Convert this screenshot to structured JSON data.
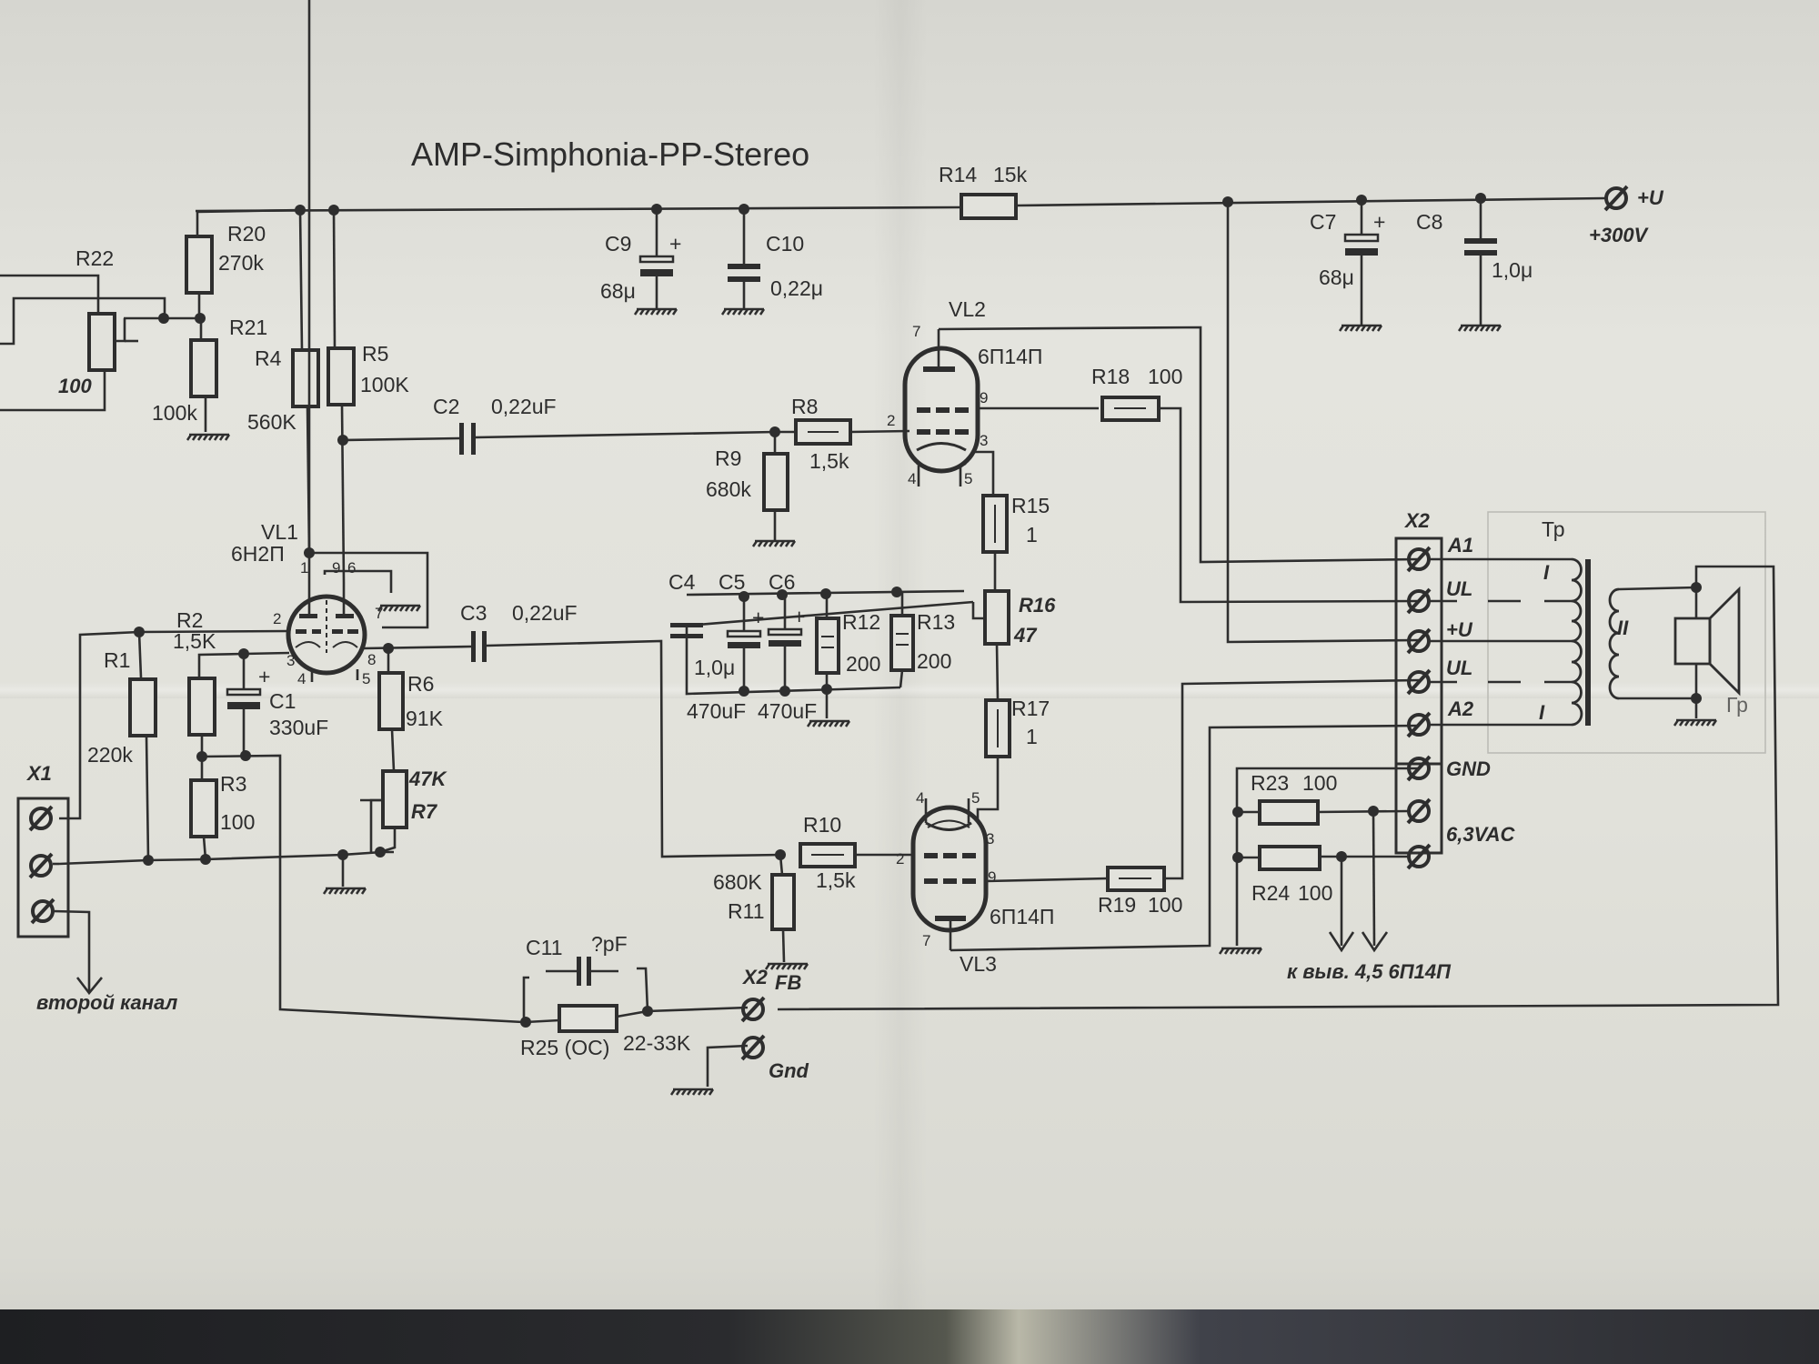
{
  "title": "AMP-Simphonia-PP-Stereo",
  "supply": {
    "terminal_label": "+U",
    "voltage": "+300V"
  },
  "resistors": {
    "R1": {
      "ref": "R1",
      "value": "220k"
    },
    "R2": {
      "ref": "R2",
      "value": "1,5K"
    },
    "R3": {
      "ref": "R3",
      "value": "100"
    },
    "R4": {
      "ref": "R4",
      "value": "560K"
    },
    "R5": {
      "ref": "R5",
      "value": "100K"
    },
    "R6": {
      "ref": "R6",
      "value": "91K"
    },
    "R7": {
      "ref": "R7",
      "value": "47K"
    },
    "R8": {
      "ref": "R8",
      "value": "1,5k"
    },
    "R9": {
      "ref": "R9",
      "value": "680k"
    },
    "R10": {
      "ref": "R10",
      "value": "1,5k"
    },
    "R11": {
      "ref": "R11",
      "value": "680K"
    },
    "R12": {
      "ref": "R12",
      "value": "200"
    },
    "R13": {
      "ref": "R13",
      "value": "200"
    },
    "R14": {
      "ref": "R14",
      "value": "15k"
    },
    "R15": {
      "ref": "R15",
      "value": "1"
    },
    "R16": {
      "ref": "R16",
      "value": "47"
    },
    "R17": {
      "ref": "R17",
      "value": "1"
    },
    "R18": {
      "ref": "R18",
      "value": "100"
    },
    "R19": {
      "ref": "R19",
      "value": "100"
    },
    "R20": {
      "ref": "R20",
      "value": "270k"
    },
    "R21": {
      "ref": "R21",
      "value": "100k"
    },
    "R22": {
      "ref": "R22",
      "value": "100"
    },
    "R23": {
      "ref": "R23",
      "value": "100"
    },
    "R24": {
      "ref": "R24",
      "value": "100"
    },
    "R25": {
      "ref": "R25 (OC)",
      "value": "22-33K"
    }
  },
  "capacitors": {
    "C1": {
      "ref": "C1",
      "value": "330uF"
    },
    "C2": {
      "ref": "C2",
      "value": "0,22uF"
    },
    "C3": {
      "ref": "C3",
      "value": "0,22uF"
    },
    "C4": {
      "ref": "C4",
      "value": "1,0μ"
    },
    "C5": {
      "ref": "C5",
      "value": "470uF"
    },
    "C6": {
      "ref": "C6",
      "value": "470uF"
    },
    "C7": {
      "ref": "C7",
      "value": "68μ"
    },
    "C8": {
      "ref": "C8",
      "value": "1,0μ"
    },
    "C9": {
      "ref": "C9",
      "value": "68μ"
    },
    "C10": {
      "ref": "C10",
      "value": "0,22μ"
    },
    "C11": {
      "ref": "C11",
      "value": "?pF"
    }
  },
  "tubes": {
    "VL1": {
      "ref": "VL1",
      "type": "6Н2П",
      "pins": [
        "1",
        "9",
        "6",
        "2",
        "7",
        "3",
        "8",
        "4",
        "5"
      ]
    },
    "VL2": {
      "ref": "VL2",
      "type": "6П14П",
      "pins": [
        "7",
        "9",
        "2",
        "3",
        "4",
        "5"
      ]
    },
    "VL3": {
      "ref": "VL3",
      "type": "6П14П",
      "pins": [
        "4",
        "5",
        "3",
        "2",
        "9",
        "7"
      ]
    }
  },
  "connector_x1": {
    "ref": "X1",
    "note": "второй канал"
  },
  "connector_x2": {
    "ref": "X2",
    "pins": [
      "A1",
      "UL",
      "+U",
      "UL",
      "A2",
      "GND",
      "6,3VAC"
    ]
  },
  "feedback_terminal": {
    "ref": "X2",
    "fb": "FB",
    "gnd": "Gnd"
  },
  "transformer": {
    "ref": "Тр",
    "primary": "I",
    "secondary": "II"
  },
  "speaker": {
    "ref": "Гр"
  },
  "heater_note": "к выв. 4,5  6П14П"
}
